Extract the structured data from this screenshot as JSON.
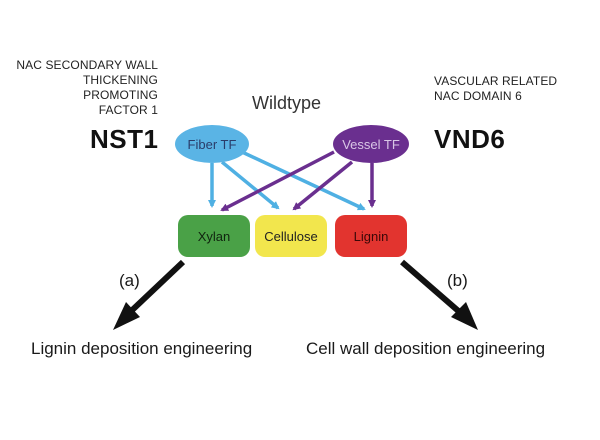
{
  "left_factor": {
    "full_name_lines": [
      "NAC SECONDARY WALL",
      "THICKENING PROMOTING",
      "FACTOR 1"
    ],
    "abbreviation": "NST1",
    "node_label": "Fiber TF",
    "color": "#5ab4e5"
  },
  "right_factor": {
    "full_name_lines": [
      "VASCULAR RELATED",
      "NAC DOMAIN 6"
    ],
    "abbreviation": "VND6",
    "node_label": "Vessel TF",
    "color": "#6a2f8f"
  },
  "center_label": "Wildtype",
  "targets": [
    {
      "label": "Xylan",
      "color": "#4aa147"
    },
    {
      "label": "Cellulose",
      "color": "#f2e64d"
    },
    {
      "label": "Lignin",
      "color": "#e2342f"
    }
  ],
  "edge_colors": {
    "from_left": "#4fb0e3",
    "from_right": "#6a2f8f"
  },
  "outcomes": {
    "a": {
      "letter": "(a)",
      "caption": "Lignin deposition engineering"
    },
    "b": {
      "letter": "(b)",
      "caption": "Cell wall deposition engineering"
    }
  }
}
